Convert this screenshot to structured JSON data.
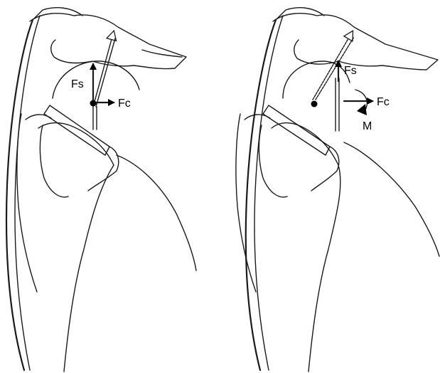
{
  "panels": [
    {
      "id": "left",
      "labels": {
        "shear_force": "Fs",
        "compressive_force": "Fc"
      }
    },
    {
      "id": "right",
      "labels": {
        "shear_force": "Fs",
        "compressive_force": "Fc",
        "moment": "M"
      }
    }
  ],
  "colors": {
    "line": "#1a1a1a",
    "background": "#ffffff"
  }
}
